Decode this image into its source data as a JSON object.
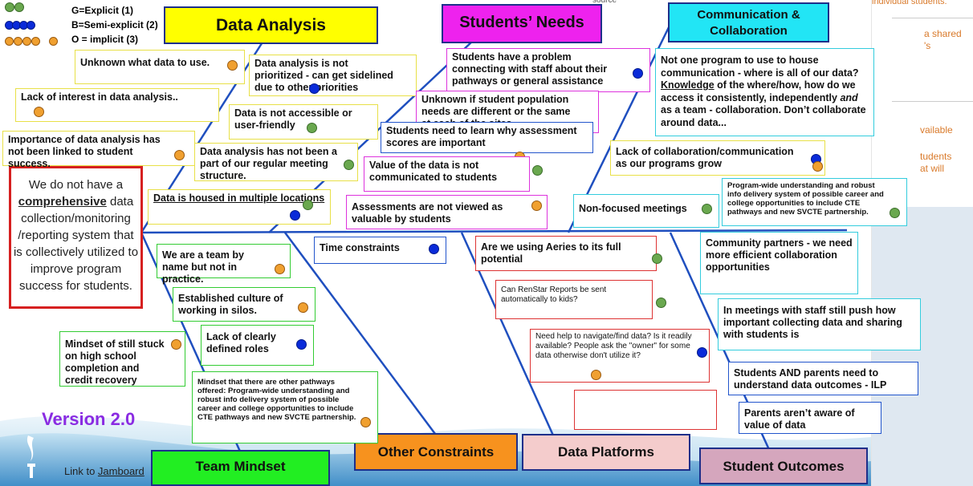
{
  "legend": {
    "g": "G=Explicit (1)",
    "b": "B=Semi-explicit (2)",
    "o": "O = implicit (3)"
  },
  "headers": {
    "data_analysis": "Data Analysis",
    "students_needs": "Students’ Needs",
    "communication": "Communication & Collaboration",
    "other_constraints": "Other Constraints",
    "data_platforms": "Data Platforms",
    "team_mindset": "Team Mindset",
    "student_outcomes": "Student Outcomes"
  },
  "problem": {
    "pre": "We do not have a ",
    "em": "comprehensive",
    "post": " data collection/monitoring /reporting system that is collectively utilized to improve program success for students."
  },
  "version": "Version 2.0",
  "link": {
    "pre": "Link to ",
    "label": "Jamboard"
  },
  "side_panel": {
    "l1": "individual students.",
    "l2": "a shared",
    "l3": "'s",
    "l4": "vailable",
    "l5": "tudents",
    "l6": "at will"
  },
  "top_fragment": "source",
  "notes": {
    "n1": "Unknown what data to use.",
    "n2": "Data analysis is not prioritized - can get sidelined due to other priorities",
    "n3": "Lack of interest in data analysis..",
    "n4": "Data is not accessible or user-friendly",
    "n5": "Importance of data analysis has not been linked to student success.",
    "n6": "Data analysis has not been a part of our regular meeting structure.",
    "n7": "Data is housed in multiple locations",
    "n8": "Students have a problem connecting with staff about their pathways or general assistance",
    "n9": "Unknown if student population needs are different or the same at each of the sites.",
    "n10": "Students need to learn why assessment scores are important",
    "n11": "Value of the data is not communicated to students",
    "n12": "Assessments are not viewed as valuable by students",
    "n13_a": "Not one program to use to house communication - where is all of our data? ",
    "n13_k": "Knowledge",
    "n13_b": " of the where/how, how do we access it consistently, independently ",
    "n13_i": "and",
    "n13_c": " as a team - collaboration. Don’t collaborate around data...",
    "n14": "Lack of collaboration/communication as our programs grow",
    "n15": "Non-focused meetings",
    "n16": "Program-wide understanding and robust info delivery system of possible career and college opportunities to include CTE pathways and new SVCTE partnership.",
    "n17": "Time constraints",
    "n18": "Are we using Aeries to its full potential",
    "n19": "Community partners - we need more efficient collaboration opportunities",
    "n20": "We are a team by name but not in practice.",
    "n21": "Established culture of working in silos.",
    "n22": "Lack of clearly defined roles",
    "n23": "Mindset of still stuck on high school completion and credit recovery",
    "n24": "Mindset that there are other pathways offered: Program-wide understanding and robust info delivery system of possible career and college opportunities to include CTE pathways and new SVCTE partnership.",
    "n25": "Can RenStar Reports be sent automatically to kids?",
    "n26": "Need help to navigate/find data? Is it readily available? People ask the \"owner\" for some data otherwise don't utilize it?",
    "n27": "In meetings with staff still push how important collecting data and sharing with students is",
    "n28": "Students AND parents need to understand data outcomes - ILP",
    "n29": "Parents aren’t aware of value of data"
  },
  "colors": {
    "green": "#6aa84f",
    "blue": "#0a2bd9",
    "orange": "#f0a030",
    "spine": "#1f4fbf",
    "problem_border": "#d62020",
    "version": "#8a2be2"
  },
  "icons": [
    "legend-green-dot-icon",
    "legend-blue-dot-icon",
    "legend-orange-dot-icon",
    "flame-logo-icon"
  ]
}
